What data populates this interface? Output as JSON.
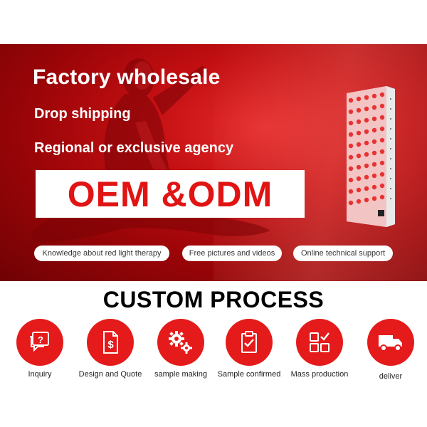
{
  "banner": {
    "headline": "Factory wholesale",
    "subline_1": "Drop shipping",
    "subline_2": "Regional or exclusive agency",
    "oem": "OEM &ODM",
    "pills": [
      "Knowledge about red light therapy",
      "Free pictures and videos",
      "Online technical support"
    ]
  },
  "process": {
    "title": "CUSTOM PROCESS",
    "steps": [
      {
        "label": "Inquiry",
        "icon": "chat-question-icon"
      },
      {
        "label": "Design and Quote",
        "icon": "dollar-document-icon"
      },
      {
        "label": "sample making",
        "icon": "gears-icon"
      },
      {
        "label": "Sample confirmed",
        "icon": "clipboard-check-icon"
      },
      {
        "label": "Mass production",
        "icon": "grid-check-icon"
      },
      {
        "label": "deliver",
        "icon": "truck-icon"
      }
    ]
  },
  "colors": {
    "accent_red": "#e51a1a",
    "banner_dark": "#9c0508",
    "text_dark": "#000000"
  }
}
